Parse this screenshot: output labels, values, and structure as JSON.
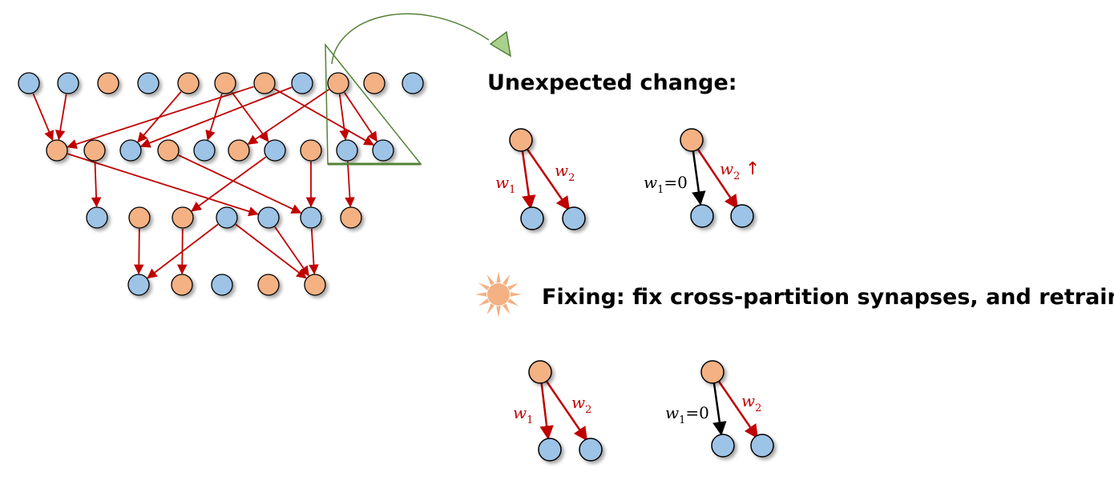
{
  "colors": {
    "orange_node": "#f4b183",
    "blue_node": "#9dc3e6",
    "node_stroke": "#000000",
    "edge_red": "#c00000",
    "edge_black": "#000000",
    "partition_green": "#548235",
    "sun_orange": "#f4b183"
  },
  "icons": {
    "partition_marker": "triangle-outline",
    "transfer_arrow": "curved-arrow",
    "fix_marker": "sun-icon"
  },
  "network": {
    "layers": [
      [
        "blue",
        "blue",
        "orange",
        "blue",
        "orange",
        "orange",
        "orange",
        "blue",
        "orange",
        "orange",
        "blue"
      ],
      [
        "orange",
        "orange",
        "blue",
        "orange",
        "blue",
        "orange",
        "blue",
        "orange",
        "blue",
        "blue"
      ],
      [
        "blue",
        "orange",
        "orange",
        "blue",
        "blue",
        "blue",
        "orange"
      ],
      [
        "blue",
        "orange",
        "blue",
        "orange",
        "orange"
      ]
    ],
    "edges": [
      [
        [
          0,
          0
        ],
        [
          1,
          0
        ]
      ],
      [
        [
          0,
          1
        ],
        [
          1,
          0
        ]
      ],
      [
        [
          0,
          4
        ],
        [
          1,
          2
        ]
      ],
      [
        [
          0,
          5
        ],
        [
          1,
          4
        ]
      ],
      [
        [
          0,
          5
        ],
        [
          1,
          6
        ]
      ],
      [
        [
          0,
          6
        ],
        [
          1,
          0
        ]
      ],
      [
        [
          0,
          6
        ],
        [
          1,
          9
        ]
      ],
      [
        [
          0,
          7
        ],
        [
          1,
          2
        ]
      ],
      [
        [
          0,
          8
        ],
        [
          1,
          8
        ]
      ],
      [
        [
          0,
          8
        ],
        [
          1,
          9
        ]
      ],
      [
        [
          0,
          8
        ],
        [
          1,
          5
        ]
      ],
      [
        [
          1,
          0
        ],
        [
          2,
          4
        ]
      ],
      [
        [
          1,
          1
        ],
        [
          2,
          0
        ]
      ],
      [
        [
          1,
          3
        ],
        [
          2,
          5
        ]
      ],
      [
        [
          1,
          6
        ],
        [
          2,
          2
        ]
      ],
      [
        [
          1,
          7
        ],
        [
          2,
          5
        ]
      ],
      [
        [
          1,
          8
        ],
        [
          2,
          6
        ]
      ],
      [
        [
          2,
          1
        ],
        [
          3,
          0
        ]
      ],
      [
        [
          2,
          2
        ],
        [
          3,
          1
        ]
      ],
      [
        [
          2,
          3
        ],
        [
          3,
          0
        ]
      ],
      [
        [
          2,
          3
        ],
        [
          3,
          4
        ]
      ],
      [
        [
          2,
          4
        ],
        [
          3,
          4
        ]
      ],
      [
        [
          2,
          5
        ],
        [
          3,
          4
        ]
      ]
    ]
  },
  "unexpected": {
    "title": "Unexpected change:",
    "before": {
      "w1_label": "w",
      "w1_sub": "1",
      "w2_label": "w",
      "w2_sub": "2"
    },
    "after": {
      "w1_label": "w",
      "w1_sub": "1",
      "w1_value": "=0",
      "w2_label": "w",
      "w2_sub": "2",
      "w2_change": "↑"
    }
  },
  "fixing": {
    "title": "Fixing: fix cross-partition synapses, and retrain.",
    "before": {
      "w1_label": "w",
      "w1_sub": "1",
      "w2_label": "w",
      "w2_sub": "2"
    },
    "after": {
      "w1_label": "w",
      "w1_sub": "1",
      "w1_value": "=0",
      "w2_label": "w",
      "w2_sub": "2"
    }
  }
}
